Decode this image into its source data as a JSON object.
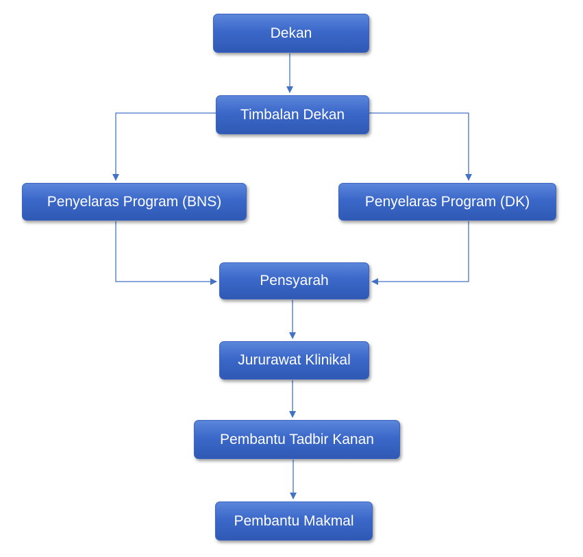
{
  "diagram": {
    "nodes": {
      "dekan": "Dekan",
      "timbalan_dekan": "Timbalan Dekan",
      "penyelaras_bns": "Penyelaras Program (BNS)",
      "penyelaras_dk": "Penyelaras Program (DK)",
      "pensyarah": "Pensyarah",
      "jururawat_klinikal": "Jururawat Klinikal",
      "pembantu_tadbir": "Pembantu Tadbir Kanan",
      "pembantu_makmal": "Pembantu Makmal"
    },
    "edges": [
      [
        "Dekan",
        "Timbalan Dekan"
      ],
      [
        "Timbalan Dekan",
        "Penyelaras Program (BNS)"
      ],
      [
        "Timbalan Dekan",
        "Penyelaras Program (DK)"
      ],
      [
        "Penyelaras Program (BNS)",
        "Pensyarah"
      ],
      [
        "Penyelaras Program (DK)",
        "Pensyarah"
      ],
      [
        "Pensyarah",
        "Jururawat Klinikal"
      ],
      [
        "Jururawat Klinikal",
        "Pembantu Tadbir Kanan"
      ],
      [
        "Pembantu Tadbir Kanan",
        "Pembantu Makmal"
      ]
    ],
    "colors": {
      "node_fill": "#3b68c9",
      "node_text": "#ffffff",
      "connector": "#4472c4"
    }
  }
}
